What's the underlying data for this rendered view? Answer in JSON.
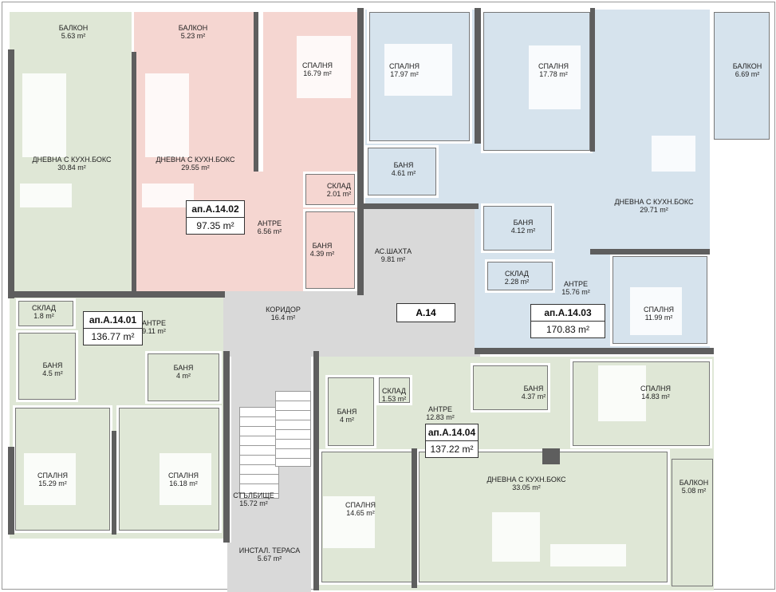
{
  "colors": {
    "apt_green": "#dfe7d6",
    "apt_pink": "#f5d6d1",
    "apt_blue": "#d6e3ed",
    "common": "#d9d9d9",
    "wall": "#5e5e5e"
  },
  "apartments": [
    {
      "label": "ап.А.14.01",
      "total": "136.77 m²",
      "rooms": [
        {
          "name": "БАЛКОН",
          "area": "5.63 m²"
        },
        {
          "name": "ДНЕВНА С КУХН.БОКС",
          "area": "30.84 m²"
        },
        {
          "name": "СКЛАД",
          "area": "1.8 m²"
        },
        {
          "name": "АНТРЕ",
          "area": "9.11 m²"
        },
        {
          "name": "БАНЯ",
          "area": "4.5 m²"
        },
        {
          "name": "БАНЯ",
          "area": "4 m²"
        },
        {
          "name": "СПАЛНЯ",
          "area": "15.29 m²"
        },
        {
          "name": "СПАЛНЯ",
          "area": "16.18 m²"
        }
      ]
    },
    {
      "label": "ап.А.14.02",
      "total": "97.35 m²",
      "rooms": [
        {
          "name": "БАЛКОН",
          "area": "5.23 m²"
        },
        {
          "name": "ДНЕВНА С КУХН.БОКС",
          "area": "29.55 m²"
        },
        {
          "name": "СПАЛНЯ",
          "area": "16.79 m²"
        },
        {
          "name": "СКЛАД",
          "area": "2.01 m²"
        },
        {
          "name": "АНТРЕ",
          "area": "6.56 m²"
        },
        {
          "name": "БАНЯ",
          "area": "4.39 m²"
        }
      ]
    },
    {
      "label": "ап.А.14.03",
      "total": "170.83 m²",
      "rooms": [
        {
          "name": "СПАЛНЯ",
          "area": "17.97 m²"
        },
        {
          "name": "СПАЛНЯ",
          "area": "17.78 m²"
        },
        {
          "name": "БАЛКОН",
          "area": "6.69 m²"
        },
        {
          "name": "БАНЯ",
          "area": "4.61 m²"
        },
        {
          "name": "ДНЕВНА С КУХН.БОКС",
          "area": "29.71 m²"
        },
        {
          "name": "БАНЯ",
          "area": "4.12 m²"
        },
        {
          "name": "СКЛАД",
          "area": "2.28 m²"
        },
        {
          "name": "АНТРЕ",
          "area": "15.76 m²"
        },
        {
          "name": "СПАЛНЯ",
          "area": "11.99 m²"
        }
      ]
    },
    {
      "label": "ап.А.14.04",
      "total": "137.22 m²",
      "rooms": [
        {
          "name": "БАНЯ",
          "area": "4 m²"
        },
        {
          "name": "СКЛАД",
          "area": "1.53 m²"
        },
        {
          "name": "АНТРЕ",
          "area": "12.83 m²"
        },
        {
          "name": "БАНЯ",
          "area": "4.37 m²"
        },
        {
          "name": "СПАЛНЯ",
          "area": "14.83 m²"
        },
        {
          "name": "СПАЛНЯ",
          "area": "14.65 m²"
        },
        {
          "name": "ДНЕВНА С КУХН.БОКС",
          "area": "33.05 m²"
        },
        {
          "name": "БАЛКОН",
          "area": "5.08 m²"
        }
      ]
    }
  ],
  "common": {
    "floor_tag": "А.14",
    "rooms": [
      {
        "name": "КОРИДОР",
        "area": "16.4 m²"
      },
      {
        "name": "АС.ШАХТА",
        "area": "9.81 m²"
      },
      {
        "name": "СТЪЛБИЩЕ",
        "area": "15.72 m²"
      },
      {
        "name": "ИНСТАЛ. ТЕРАСА",
        "area": "5.67 m²"
      }
    ]
  }
}
